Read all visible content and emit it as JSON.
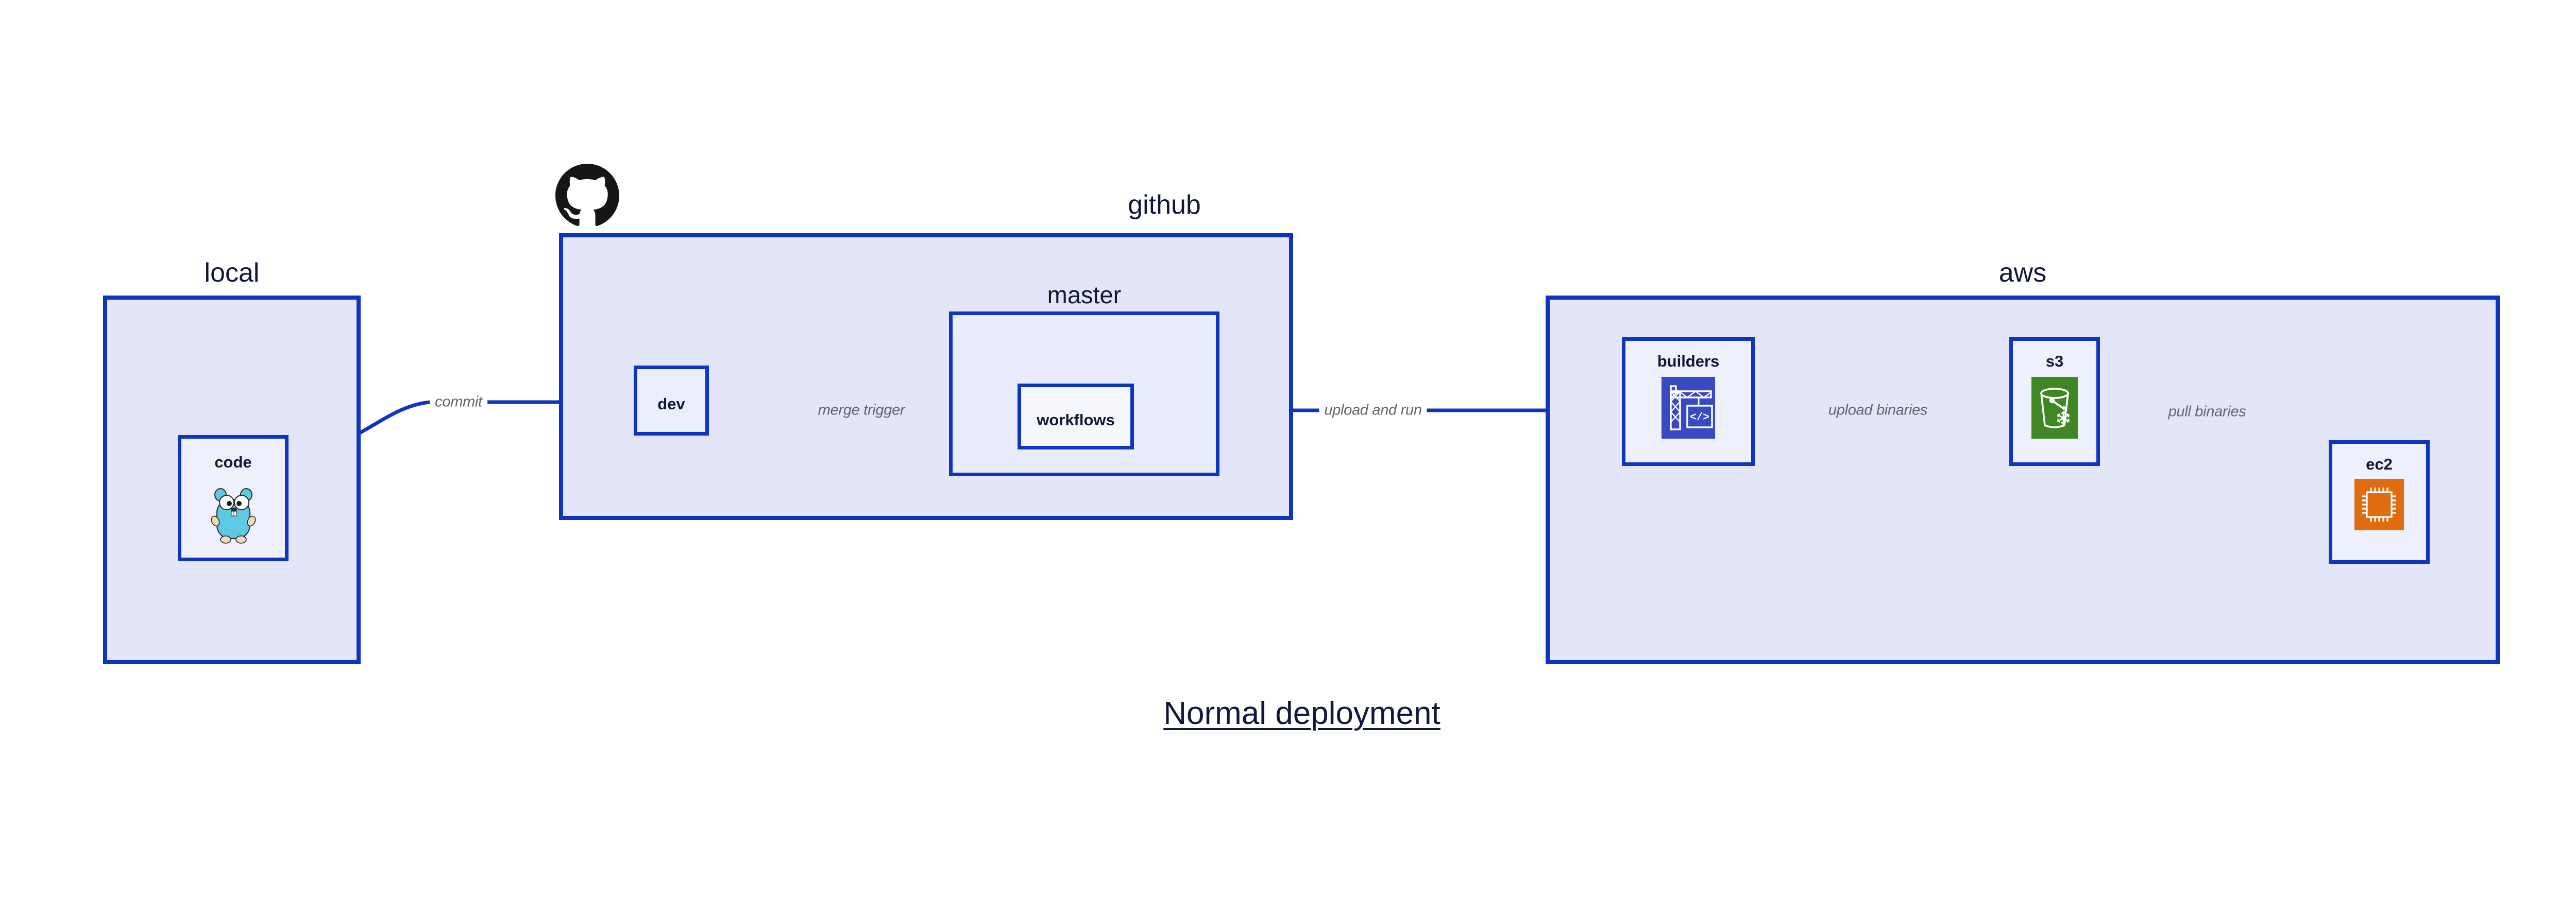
{
  "caption": "Normal deployment",
  "colors": {
    "edge": "#0f35bf",
    "group_fill": "#e2e6f8",
    "group_fill_inner": "#e9edfb",
    "node_fill": "#eaeefb",
    "border": "#0f35bf",
    "label_text": "#12173a",
    "edge_label_text": "#62646e",
    "builders_icon": "#3949c4",
    "s3_icon": "#3f8624",
    "ec2_icon": "#e06c10",
    "gopher_body": "#5dc9e2",
    "octocat": "#161614"
  },
  "groups": [
    {
      "id": "local",
      "title": "local"
    },
    {
      "id": "github",
      "title": "github"
    },
    {
      "id": "master",
      "title": "master"
    },
    {
      "id": "aws",
      "title": "aws"
    }
  ],
  "nodes": [
    {
      "id": "code",
      "label": "code",
      "icon": "go-gopher-icon"
    },
    {
      "id": "dev",
      "label": "dev",
      "icon": "none"
    },
    {
      "id": "workflows",
      "label": "workflows",
      "icon": "none"
    },
    {
      "id": "builders",
      "label": "builders",
      "icon": "crane-code-icon"
    },
    {
      "id": "s3",
      "label": "s3",
      "icon": "bucket-snowflake-icon"
    },
    {
      "id": "ec2",
      "label": "ec2",
      "icon": "cpu-chip-icon"
    }
  ],
  "edges": [
    {
      "id": "commit",
      "from": "code",
      "to": "dev",
      "label": "commit"
    },
    {
      "id": "merge-trigger",
      "from": "dev",
      "to": "workflows",
      "label": "merge trigger"
    },
    {
      "id": "upload-and-run",
      "from": "workflows",
      "to": "builders",
      "label": "upload and run"
    },
    {
      "id": "upload-binaries",
      "from": "builders",
      "to": "s3",
      "label": "upload binaries"
    },
    {
      "id": "pull-binaries",
      "from": "s3",
      "to": "ec2",
      "label": "pull binaries"
    }
  ]
}
